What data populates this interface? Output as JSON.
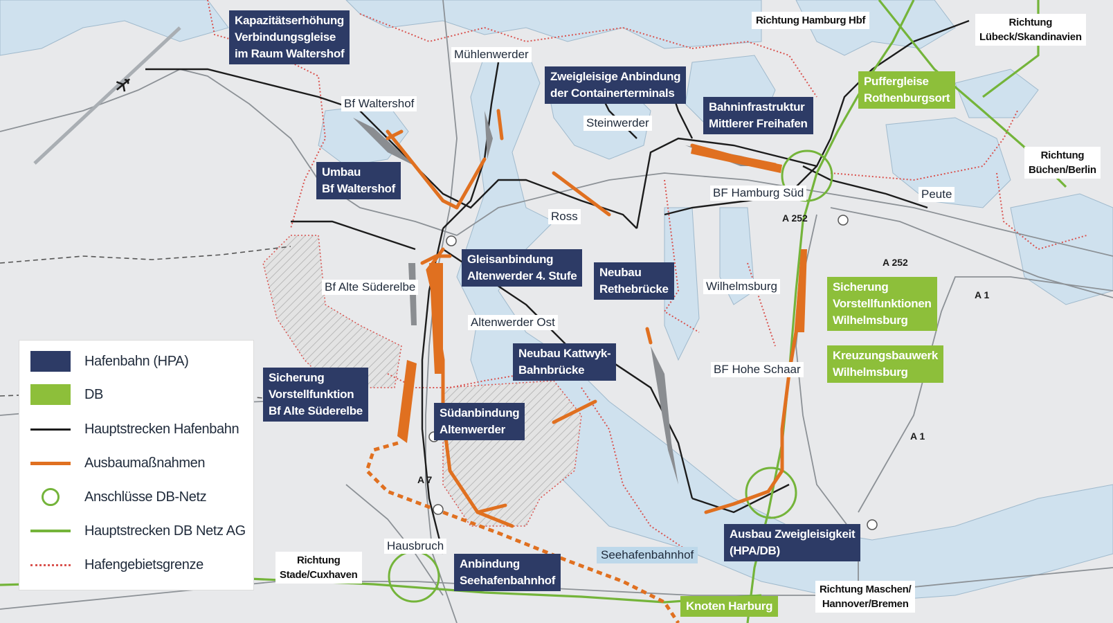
{
  "colors": {
    "water": "#cfe1ee",
    "land": "#e8e9eb",
    "hafenbahn": "#2d3b66",
    "db": "#8dbf3a",
    "main_line": "#1c1c1c",
    "expansion": "#e07020",
    "boundary": "#d9534f"
  },
  "project_labels": {
    "kapazitaet": [
      "Kapazitätserhöhung",
      "Verbindungsgleise",
      "im Raum Waltershof"
    ],
    "zweigleisige": [
      "Zweigleisige Anbindung",
      "der Containerterminals"
    ],
    "bahninfra": [
      "Bahninfrastruktur",
      "Mittlerer Freihafen"
    ],
    "umbau": [
      "Umbau",
      "Bf Waltershof"
    ],
    "gleisanbindung": [
      "Gleisanbindung",
      "Altenwerder 4. Stufe"
    ],
    "rethe": [
      "Neubau",
      "Rethebrücke"
    ],
    "kattwyk": [
      "Neubau Kattwyk-",
      "Bahnbrücke"
    ],
    "sicherung_alte": [
      "Sicherung",
      "Vorstellfunktion",
      "Bf Alte Süderelbe"
    ],
    "suedanbindung": [
      "Südanbindung",
      "Altenwerder"
    ],
    "anbindung_seehafen": [
      "Anbindung",
      "Seehafenbahnhof"
    ],
    "ausbau_zweigleisigkeit": [
      "Ausbau Zweigleisigkeit",
      "(HPA/DB)"
    ]
  },
  "db_labels": {
    "puffergleise": [
      "Puffergleise",
      "Rothenburgsort"
    ],
    "sicherung_wilhelmsburg": [
      "Sicherung",
      "Vorstellfunktionen",
      "Wilhelmsburg"
    ],
    "kreuzung": [
      "Kreuzungsbauwerk",
      "Wilhelmsburg"
    ],
    "knoten": "Knoten Harburg"
  },
  "places": {
    "muehlenwerder": "Mühlenwerder",
    "bf_waltershof": "Bf Waltershof",
    "steinwerder": "Steinwerder",
    "bf_hamburg_sued": "BF Hamburg Süd",
    "peute": "Peute",
    "ross": "Ross",
    "bf_alte_suederelbe": "Bf Alte Süderelbe",
    "wilhelmsburg": "Wilhelmsburg",
    "altenwerder_ost": "Altenwerder Ost",
    "bf_hohe_schaar": "BF Hohe Schaar",
    "hausbruch": "Hausbruch",
    "seehafenbahnhof": "Seehafenbahnhof"
  },
  "directions": {
    "hamburg_hbf": "Richtung Hamburg Hbf",
    "luebeck": [
      "Richtung",
      "Lübeck/Skandinavien"
    ],
    "buechen": [
      "Richtung",
      "Büchen/Berlin"
    ],
    "stade": [
      "Richtung",
      "Stade/Cuxhaven"
    ],
    "maschen": [
      "Richtung Maschen/",
      "Hannover/Bremen"
    ]
  },
  "roads": {
    "a252_1": "A 252",
    "a252_2": "A 252",
    "a1_1": "A 1",
    "a1_2": "A 1",
    "a7": "A 7"
  },
  "legend": {
    "items": [
      {
        "label": "Hafenbahn (HPA)",
        "symbol": "box-hpa"
      },
      {
        "label": "DB",
        "symbol": "box-db"
      },
      {
        "label": "Hauptstrecken Hafenbahn",
        "symbol": "line-dark"
      },
      {
        "label": "Ausbaumaßnahmen",
        "symbol": "line-orange"
      },
      {
        "label": "Anschlüsse DB-Netz",
        "symbol": "circle-green"
      },
      {
        "label": "Hauptstrecken DB Netz AG",
        "symbol": "line-green"
      },
      {
        "label": "Hafengebietsgrenze",
        "symbol": "line-red-dotted"
      }
    ]
  }
}
